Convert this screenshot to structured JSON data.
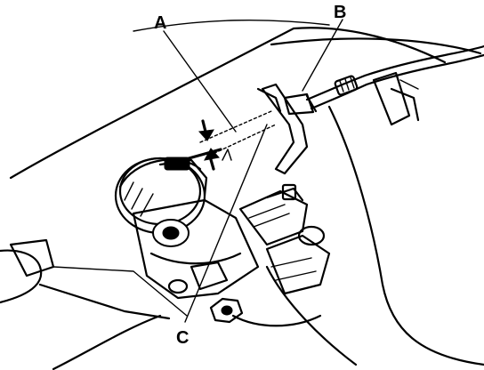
{
  "diagram": {
    "callouts": [
      {
        "id": "A",
        "label": "A"
      },
      {
        "id": "B",
        "label": "B"
      },
      {
        "id": "C",
        "label": "C"
      }
    ]
  }
}
